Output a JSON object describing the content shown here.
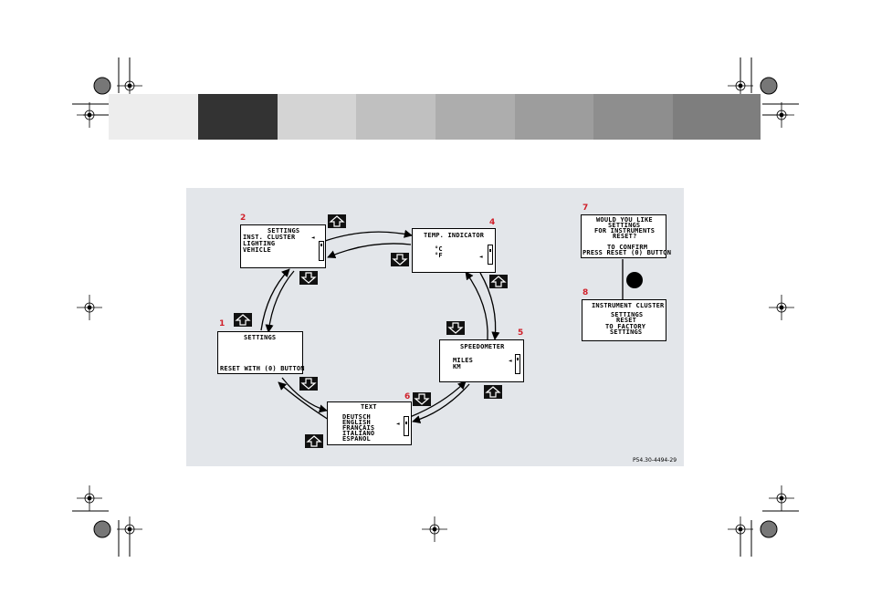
{
  "colors": {
    "swatches": [
      "#ededed",
      "#333333",
      "#d4d4d4",
      "#c0c0c0",
      "#adadad",
      "#9d9d9d",
      "#8e8e8e",
      "#7e7e7e"
    ],
    "panel": "#e3e6ea",
    "step_number": "#d0202a"
  },
  "screens": {
    "s1": {
      "number": "1",
      "title": "SETTINGS",
      "footer": "RESET WITH (0) BUTTON"
    },
    "s2": {
      "number": "2",
      "title": "SETTINGS",
      "items": [
        "INST. CLUSTER",
        "LIGHTING",
        "VEHICLE"
      ]
    },
    "s4": {
      "number": "4",
      "title": "TEMP. INDICATOR",
      "items": [
        "°C",
        "°F"
      ]
    },
    "s5": {
      "number": "5",
      "title": "SPEEDOMETER",
      "items": [
        "MILES",
        "KM"
      ]
    },
    "s6": {
      "number": "6",
      "title": "TEXT",
      "items": [
        "DEUTSCH",
        "ENGLISH",
        "FRANÇAIS",
        "ITALIANO",
        "ESPAÑOL"
      ]
    },
    "s7": {
      "number": "7",
      "lines": [
        "WOULD YOU LIKE",
        "SETTINGS",
        "FOR INSTRUMENTS",
        "RESET?",
        "TO CONFIRM",
        "PRESS RESET (0) BUTTON"
      ]
    },
    "s8": {
      "number": "8",
      "lines": [
        "INSTRUMENT CLUSTER",
        "SETTINGS",
        "RESET",
        "TO FACTORY",
        "SETTINGS"
      ]
    }
  },
  "buttons": {
    "up": "up-arrow-icon",
    "down": "down-arrow-icon"
  },
  "figure_id": "P54.30-4494-29"
}
